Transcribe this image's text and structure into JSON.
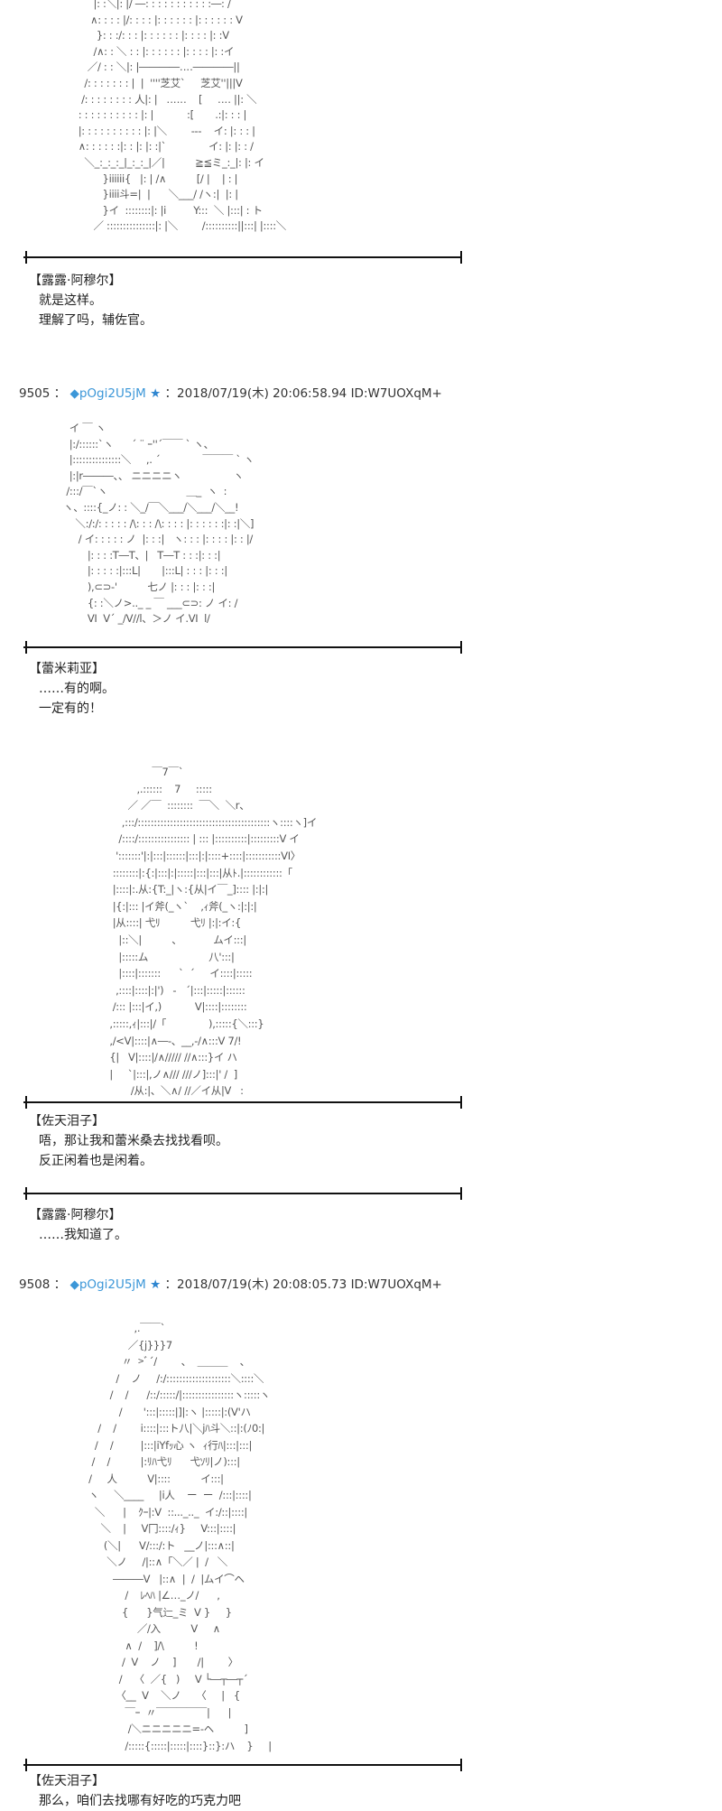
{
  "posts": [
    {
      "number": "9505",
      "separator": "：",
      "trip": "◆pOgi2U5jM",
      "star": "★",
      "datetime": "：2018/07/19(木) 20:06:58.94",
      "id": "ID:W7UOXqM+"
    },
    {
      "number": "9508",
      "separator": "：",
      "trip": "◆pOgi2U5jM",
      "star": "★",
      "datetime": "：2018/07/19(木) 20:08:05.73",
      "id": "ID:W7UOXqM+"
    }
  ],
  "dialogues": [
    {
      "speaker": "【露露·阿穆尔】",
      "lines": [
        "就是这样。",
        "理解了吗，辅佐官。"
      ]
    },
    {
      "speaker": "【蕾米莉亚】",
      "lines": [
        "……有的啊。",
        "一定有的！"
      ]
    },
    {
      "speaker": "【佐天泪子】",
      "lines": [
        "唔，那让我和蕾米桑去找找看呗。",
        "反正闲着也是闲着。"
      ]
    },
    {
      "speaker": "【露露·阿穆尔】",
      "lines": [
        "……我知道了。"
      ]
    },
    {
      "speaker": "【佐天泪子】",
      "lines": [
        "那么，咱们去找哪有好吃的巧克力吧"
      ]
    }
  ],
  "ascii_art": [
    [
      "       |: :＼|: |/ ―: : : : : : : : : : :―: /",
      "      ∧: : : : |/: : : : |: : : : : : |: : : : : : V",
      "        }: : :/: : : |: : : : : : |: : : : |: :V",
      "       /∧: : ＼ : : |: : : : : : |: : : : |: :イ",
      "     ／/ : : ＼|: |――――‥‥――――||",
      "    /: : : : : : : |  |  ''''芝艾`     芝艾''|||V",
      "   /: : : : : : : : 人|: |   ‥‥‥    [     ‥‥ ||: ＼",
      "  : : : : : : : : : : |: |           :[       .:|: : : |",
      "  |: : : : : : : : : : |: |＼        ---    イ: |: : : |",
      "  ∧: : : : : :|: : |: |: :|`              イ: |: |: : /",
      "    ＼_:_:_:_|_:_:_|／|          ≧≦ミ_:_|: |: イ",
      "          }iiiiii{   |: | /∧          [/ |    | : |",
      "          }iiii斗=|  |      ＼___/ /ヽ:|  |: |",
      "          }イ  ::::::::|: |i         Y:::  ＼ |:::| : ト",
      "       ／ :::::::::::::::|: |＼        /::::::::::||:::| |::::＼"
    ],
    [
      "  イ ￣ ヽ",
      "  |:/::::::`ヽ      ´ ¨ ｰ''´￣￣ ` ヽ、",
      "  |:::::::::::::::＼     ,. ´              ￣￣￣ ` ヽ",
      "  |:|r―――、、 ニニニニヽ                 ヽ",
      " /:::/￣`ヽ                          ＿_  ヽ  :",
      "ヽ、::::{_ノ: : ＼_/￣＼___/＼___/＼__!",
      "    ＼:/:/: : : : : /\\: : : /\\: : : : |: : : : : :|: :|＼]",
      "     / イ: : : : : ノ  |: : :|   ヽ: : : |: : : : |: : |/",
      "        |: : : :T―T、|   T―T : : :|: : :|",
      "        |: : : : :|:::L|       |:::L| : : : |: : :|",
      "        ),⊂⊃-'          七ノ |: : : |: : :|",
      "        {: :＼ノ>.._ _ ￣ ___⊂⊃: ノ イ: /",
      "        VI  V´ _/V//l、＞ノ イ.VI  l/"
    ],
    [
      "               ￣7￣`",
      "          ,.::::::    7     :::::",
      "       ／ ／￣  ::::::::  ￣＼  ＼r、",
      "     ,:::/:::::::::::::::::::::::::::::::::::::::::ヽ::::ヽ]イ",
      "    /::::/:::::::::::::::: | ::: |::::::::::|:::::::::V イ",
      "   ':::::::'|:|:::|::::::|:::|:|::::+::::|:::::::::::VI〉",
      "  ::::::::|:{:|:::|:|:::::|:::|:::|从ﾄ.|::::::::::::「",
      "  |::::|:.从:{T:_|ヽ:{从|イ￣_]:::: |:|:|",
      "  |{:|::: |イ斧(_ヽ`    ,ｨ斧(_ヽ:|:|:|",
      "  |从::::| 弋ﾘ          弋ﾘ |:|:イ:{",
      "    |::＼|          ､            ムイ:::|",
      "    |:::::ム                    八':::|",
      "    |::::|:::::::      `  ´     イ::::|:::::",
      "   ,::::|::::|:|')   -   ´|:::|:::::|::::::",
      "  /::: |:::|イ,)           V|::::|::::::::",
      " ,:::::,ｨ|:::|/「              ),:::::{＼:::}",
      " ,/<V|::::|∧―-、__,-/∧:::V 7/!",
      " {|   V|::::|/∧///// //∧:::}イ ハ",
      " |     `|:::|,ノ∧/// ///ノ]:::|' /  ]",
      "        /从:|、＼∧/ //／イ从|V   :"
    ],
    [
      "                     ,.￣￣`",
      "                   ／{j}}}7",
      "                 〃  >ﾞ´/        、  ＿＿＿    、",
      "               /    ノ     /:/::::::::::::::::::::＼::::＼",
      "             /    /      /::/:::::/|::::::::::::::::ヽ:::::ヽ",
      "                /       ':::|:::::|]|:ヽ |:::::|:(V'ハ",
      "         /    /        i::::|:::ト八|＼jﾊ斗＼::|:(ﾉ0:|",
      "        /    /         |:::|iYfｯ心 ヽ  ｨ行ﾊ|:::|:::|",
      "       /    /          |:ﾘﾊ弋ﾘ      弋ｿﾘ|ノ):::|",
      "      /     人          V|::::          イ:::|",
      "      ヽ     ＼____     |i人    ー  ー  /:::|::::|",
      "        ＼      |    ｸｰ|:V  ::..._.._  イ:/::|::::|",
      "          ＼    |     V冂::::/ｨ}     V:::|::::|",
      "           (＼|      V/:::/:ト   __ノ|:::∧::|",
      "            ＼ノ     /|::∧「＼／ |  /   ＼",
      "              ―――V   |::∧  |  /  |ムイ⌒ヘ",
      "                  /    ﾚﾍﾊ |∠…_ノ/      ,",
      "                 {      }气辷_ミ  V }     }",
      "                      ／/入          V     ∧",
      "                  ∧  /    ]/\\          !",
      "                 /  V    ノ    ]       /|        〉",
      "                /    〈  ／{   )     V └―┬―┬´",
      "               〈__  V    ＼ノ     〈     |   {",
      "                  ￣ｰ  〃￣￣￣￣￣|      |",
      "                   /＼ニニニニニ=-ヘ          ]",
      "                  /:::::{:::::|:::::|::::}::}:ハ    }     |"
    ]
  ]
}
